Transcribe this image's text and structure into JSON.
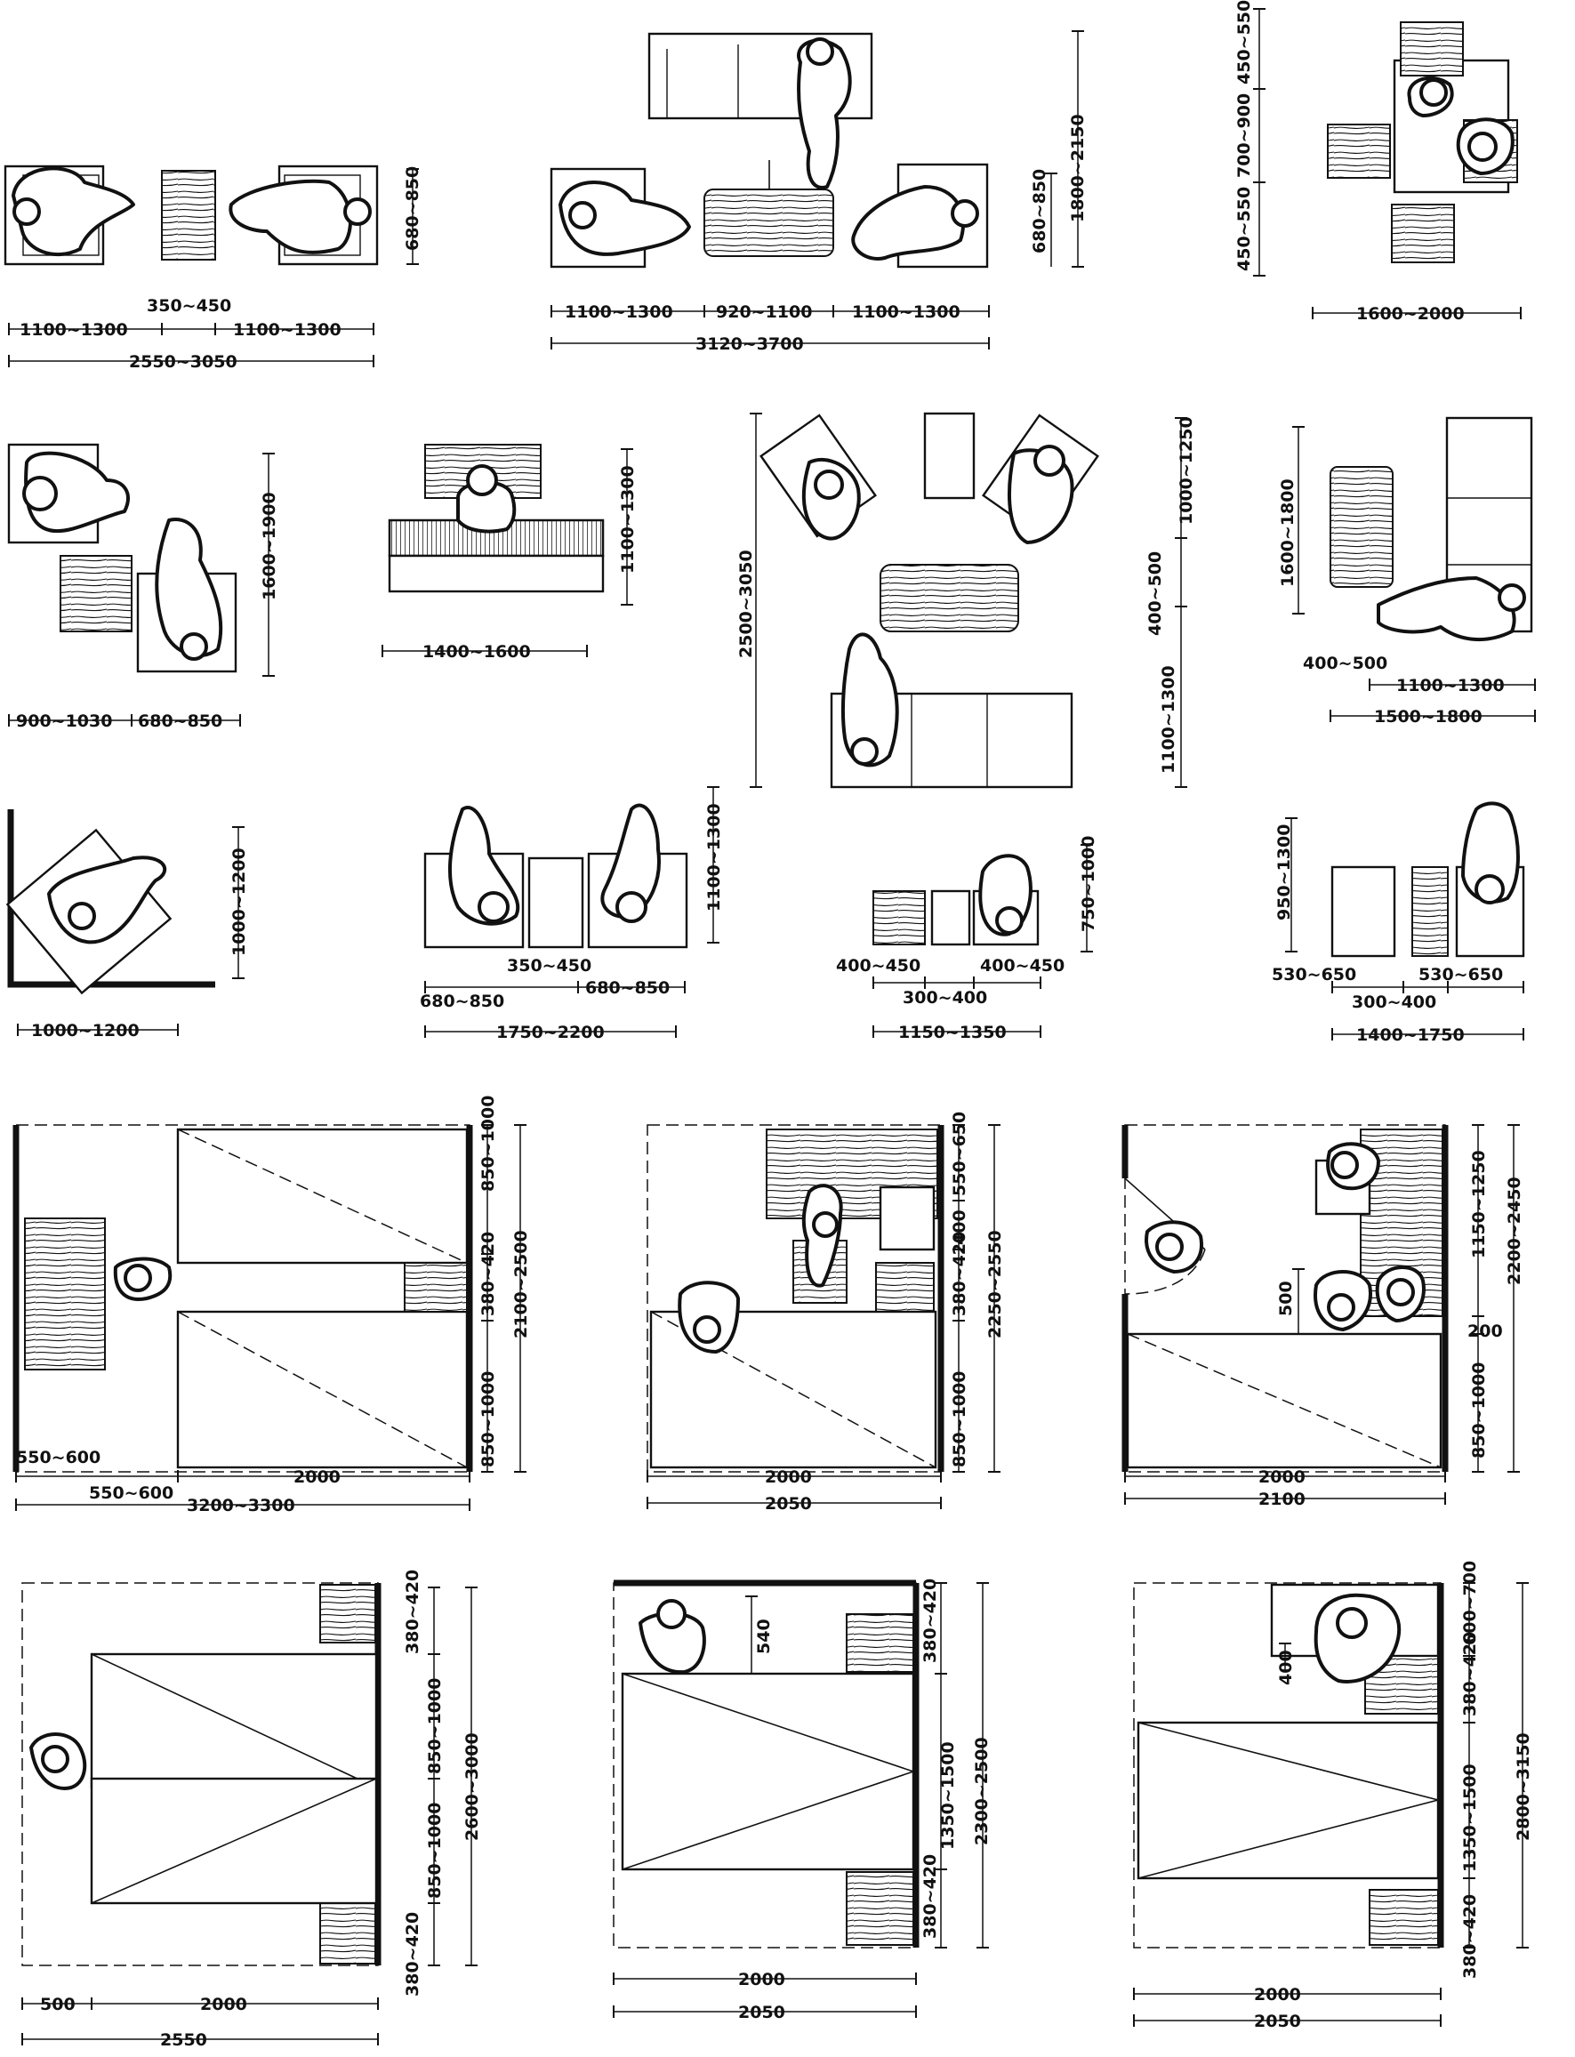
{
  "diagram": {
    "plates": [
      {
        "id": "p1",
        "labels": [
          "680~850",
          "350~450",
          "1100~1300",
          "1100~1300",
          "2550~3050"
        ]
      },
      {
        "id": "p2",
        "labels": [
          "1800~2150",
          "680~850",
          "1100~1300",
          "920~1100",
          "1100~1300",
          "3120~3700"
        ]
      },
      {
        "id": "p3",
        "labels": [
          "450~550",
          "700~900",
          "450~550",
          "1600~2000"
        ]
      },
      {
        "id": "p4",
        "labels": [
          "1600~1900",
          "900~1030",
          "680~850"
        ]
      },
      {
        "id": "p5",
        "labels": [
          "1100~1300",
          "1400~1600"
        ]
      },
      {
        "id": "p6",
        "labels": [
          "2500~3050",
          "1000~1250",
          "400~500",
          "1100~1300"
        ]
      },
      {
        "id": "p7",
        "labels": [
          "1600~1800",
          "400~500",
          "1100~1300",
          "1500~1800"
        ]
      },
      {
        "id": "p8",
        "labels": [
          "1000~1200",
          "1000~1200"
        ]
      },
      {
        "id": "p9",
        "labels": [
          "1100~1300",
          "350~450",
          "680~850",
          "680~850",
          "1750~2200"
        ]
      },
      {
        "id": "p10",
        "labels": [
          "750~1000",
          "400~450",
          "400~450",
          "300~400",
          "1150~1350"
        ]
      },
      {
        "id": "p11",
        "labels": [
          "950~1300",
          "530~650",
          "530~650",
          "300~400",
          "1400~1750"
        ]
      },
      {
        "id": "p12",
        "labels": [
          "850~1000",
          "380~420",
          "2100~2500",
          "850~1000",
          "550~600",
          "2000",
          "550~600",
          "3200~3300"
        ]
      },
      {
        "id": "p13",
        "labels": [
          "550~650",
          "400",
          "380~420",
          "2250~2550",
          "850~1000",
          "2000",
          "2050"
        ]
      },
      {
        "id": "p14",
        "labels": [
          "1150~1250",
          "500",
          "200",
          "2200~2450",
          "850~1000",
          "2000",
          "2100"
        ]
      },
      {
        "id": "p15",
        "labels": [
          "380~420",
          "850~1000",
          "2600~3000",
          "850~1000",
          "380~420",
          "500",
          "2000",
          "2550"
        ]
      },
      {
        "id": "p16",
        "labels": [
          "540",
          "380~420",
          "1350~1500",
          "2300~2500",
          "380~420",
          "2000",
          "2050"
        ]
      },
      {
        "id": "p17",
        "labels": [
          "600~700",
          "400",
          "380~420",
          "1350~1500",
          "2800~3150",
          "380~420",
          "2000",
          "2050"
        ]
      }
    ]
  }
}
